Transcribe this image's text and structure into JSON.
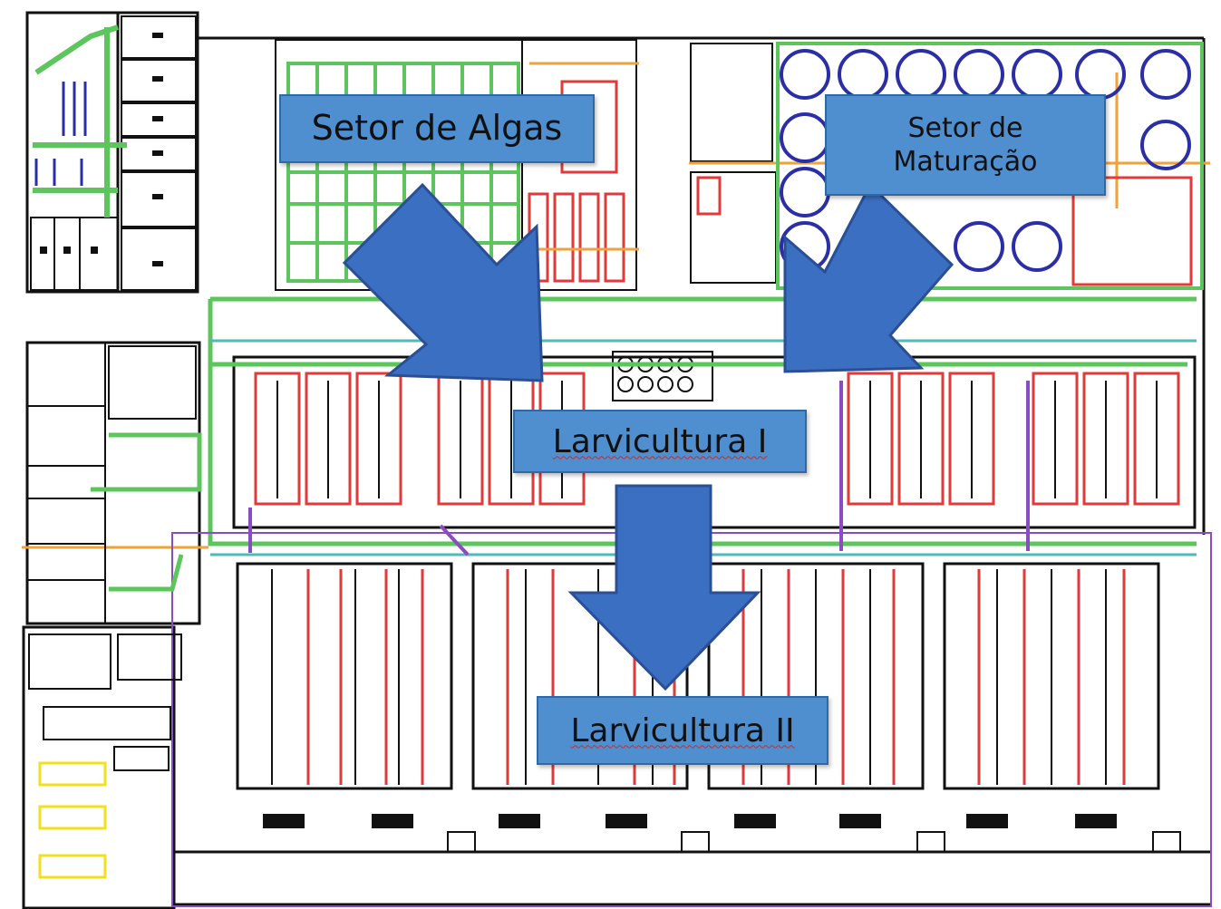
{
  "labels": {
    "algas": "Setor de Algas",
    "maturacao": "Setor de\nMaturação",
    "larvicultura1": "Larvicultura I",
    "larvicultura2": "Larvicultura II"
  },
  "colors": {
    "arrow": "#3a6fc2",
    "arrow_stroke": "#2a4f95",
    "box": "#4f8fd0",
    "wall": "#111111",
    "pipe_green": "#5cc55c",
    "pipe_cyan": "#4fb8b8",
    "pipe_red": "#e23a3a",
    "pipe_purple": "#8a4cc0",
    "pipe_orange": "#f2a23a",
    "tank_blue": "#2a2fa8",
    "highlight_yellow": "#f0e020"
  },
  "icons": [
    "arrow-down-right-icon",
    "arrow-down-left-icon",
    "arrow-down-icon"
  ]
}
